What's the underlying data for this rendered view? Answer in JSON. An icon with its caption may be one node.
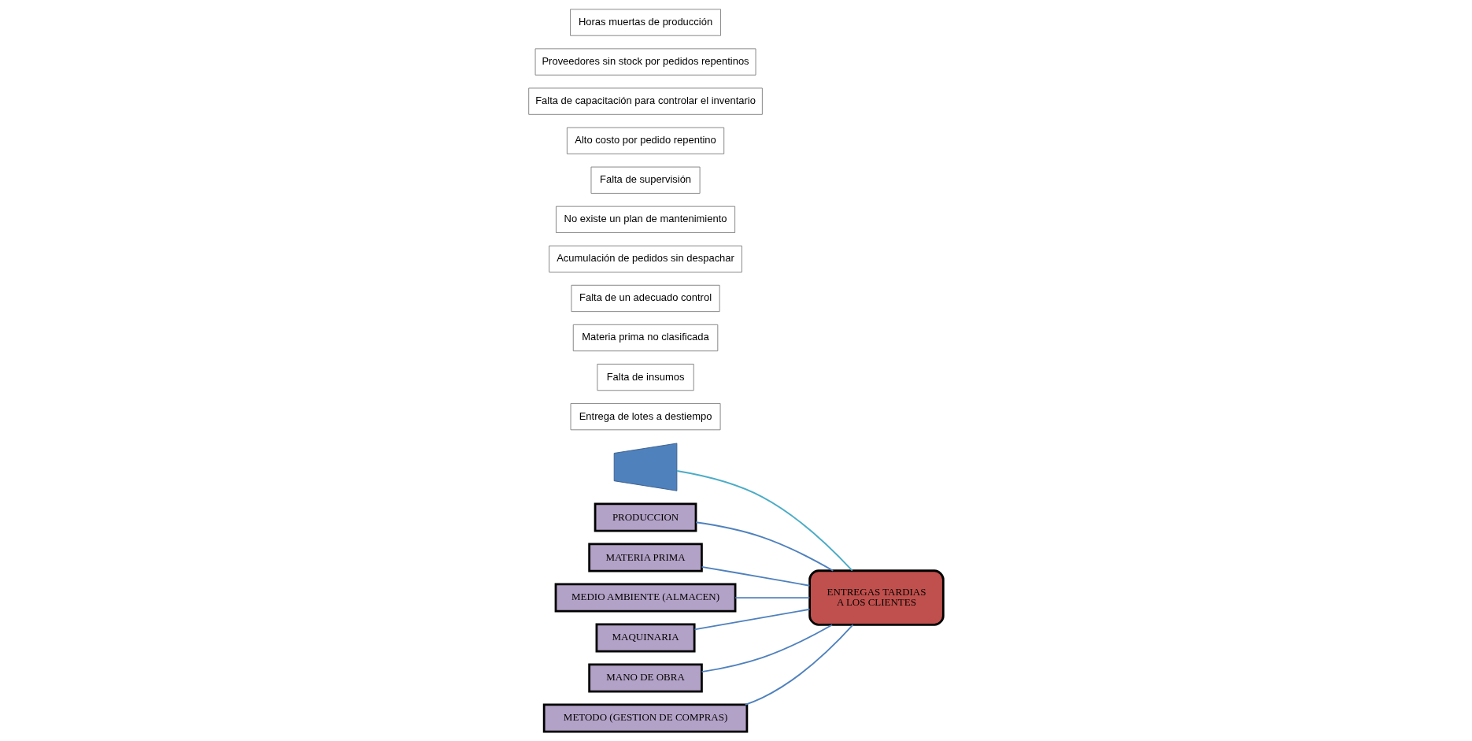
{
  "diagram": {
    "nodes": [
      {
        "text": [],
        "shape": "trapezoid"
      },
      {
        "text": [
          "PRODUCCION"
        ]
      },
      {
        "text": [
          "MATERIA PRIMA"
        ]
      },
      {
        "text": [
          "MEDIO AMBIENTE (ALMACEN)"
        ]
      },
      {
        "text": [
          "Entrega de lotes a destiempo"
        ]
      },
      {
        "text": [
          "Falta de insumos"
        ]
      },
      {
        "text": [
          "Materia prima no clasificada"
        ]
      },
      {
        "text": [
          "Falta de un adecuado control"
        ]
      },
      {
        "text": [
          "Acumulación de pedidos sin despachar"
        ]
      },
      {
        "text": [
          "ENTREGAS TARDIAS A LOS CLIENTES"
        ]
      },
      {
        "text": [
          "No existe un plan de mantenimiento"
        ]
      },
      {
        "text": [
          "Falta de supervisión"
        ]
      },
      {
        "text": [
          "Alto costo por pedido repentino"
        ]
      },
      {
        "text": [
          "Falta de capacitación para controlar el inventario"
        ]
      },
      {
        "text": [
          "Proveedores sin stock por pedidos repentinos"
        ]
      },
      {
        "text": [
          "Horas muertas de producción"
        ]
      },
      {
        "text": [
          "MAQUINARIA"
        ]
      },
      {
        "text": [
          "MANO DE OBRA"
        ]
      },
      {
        "text": [
          "METODO (GESTION DE COMPRAS)"
        ]
      }
    ],
    "edges": [
      {
        "from": 0,
        "to": 9,
        "arrow": "none",
        "color": "#4bacc6"
      },
      {
        "from": 1,
        "to": 9,
        "arrow": "none"
      },
      {
        "from": 2,
        "to": 9,
        "arrow": "none"
      },
      {
        "from": 3,
        "to": 9,
        "arrow": "none"
      },
      {
        "from": 16,
        "to": 9,
        "arrow": "none"
      },
      {
        "from": 17,
        "to": 9,
        "arrow": "none"
      },
      {
        "from": 18,
        "to": 9,
        "arrow": "none"
      }
    ]
  }
}
